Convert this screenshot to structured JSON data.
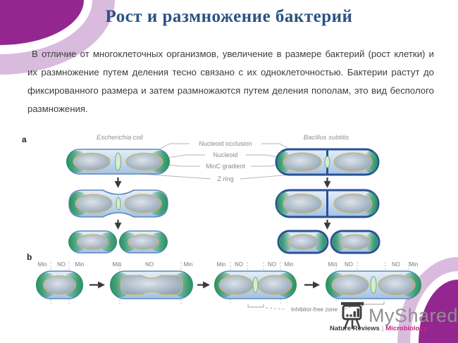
{
  "slide": {
    "title": "Рост и размножение бактерий",
    "paragraph": "В отличие от многоклеточных организмов, увеличение в размере бактерий (рост клетки) и их размножение путем деления тесно связано с их одноклеточностью. Бактерии растут до фиксированного размера и затем размножаются путем деления пополам, это вид бесполого размножения."
  },
  "diagram": {
    "panel_a": {
      "label": "a",
      "left_species": "Escherichia coli",
      "right_species": "Bacillus subtilis",
      "annotations": [
        "Nucleoid occlusion",
        "Nucleoid",
        "MinC gradient",
        "Z ring"
      ]
    },
    "panel_b": {
      "label": "b",
      "cells": [
        {
          "labels": [
            "Min",
            "NO",
            "Min"
          ]
        },
        {
          "labels": [
            "Min",
            "NO",
            "Min"
          ]
        },
        {
          "labels": [
            "Min",
            "NO",
            "NO",
            "Min"
          ]
        },
        {
          "labels": [
            "Min",
            "NO",
            "NO",
            "Min"
          ]
        }
      ],
      "zone_label": "Inhibitor-free zone"
    },
    "credit": {
      "publisher": "Nature Reviews",
      "separator": "|",
      "journal": "Microbiology"
    }
  },
  "watermark": {
    "name": "MyShared"
  },
  "colors": {
    "corner_purple": "#93278f",
    "corner_lavender": "#d9bcdd",
    "title_blue": "#2b5382",
    "credit_magenta": "#c0267e",
    "ecoli_membrane": "#5d86b8",
    "bsubtilis_membrane": "#2c4f96",
    "pole_green": "#27925f",
    "nucleoid_outline": "#c9b46a"
  }
}
